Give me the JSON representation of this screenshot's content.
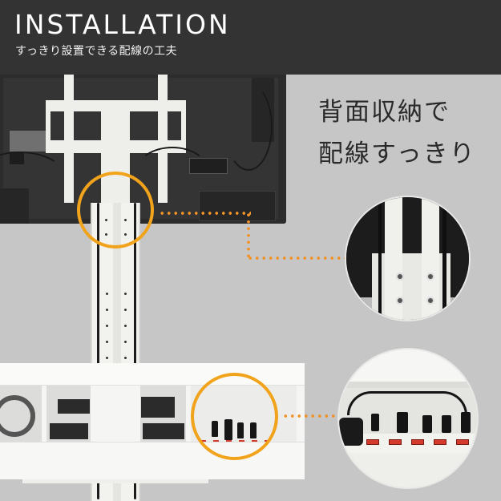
{
  "header": {
    "title": "INSTALLATION",
    "subtitle": "すっきり設置できる配線の工夫"
  },
  "callout": {
    "line1": "背面収納で",
    "line2": "配線すっきり"
  },
  "highlights": [
    {
      "name": "pole-joint-highlight",
      "description": "bracket-to-pole joint with concealed cables"
    },
    {
      "name": "power-strip-highlight",
      "description": "power strip inside TV cabinet"
    }
  ],
  "colors": {
    "header_bg": "#333333",
    "scene_bg": "#c6c6c6",
    "accent_orange": "#f2a31c",
    "dot_orange": "#f0922a",
    "switch_red": "#d43a2a"
  }
}
